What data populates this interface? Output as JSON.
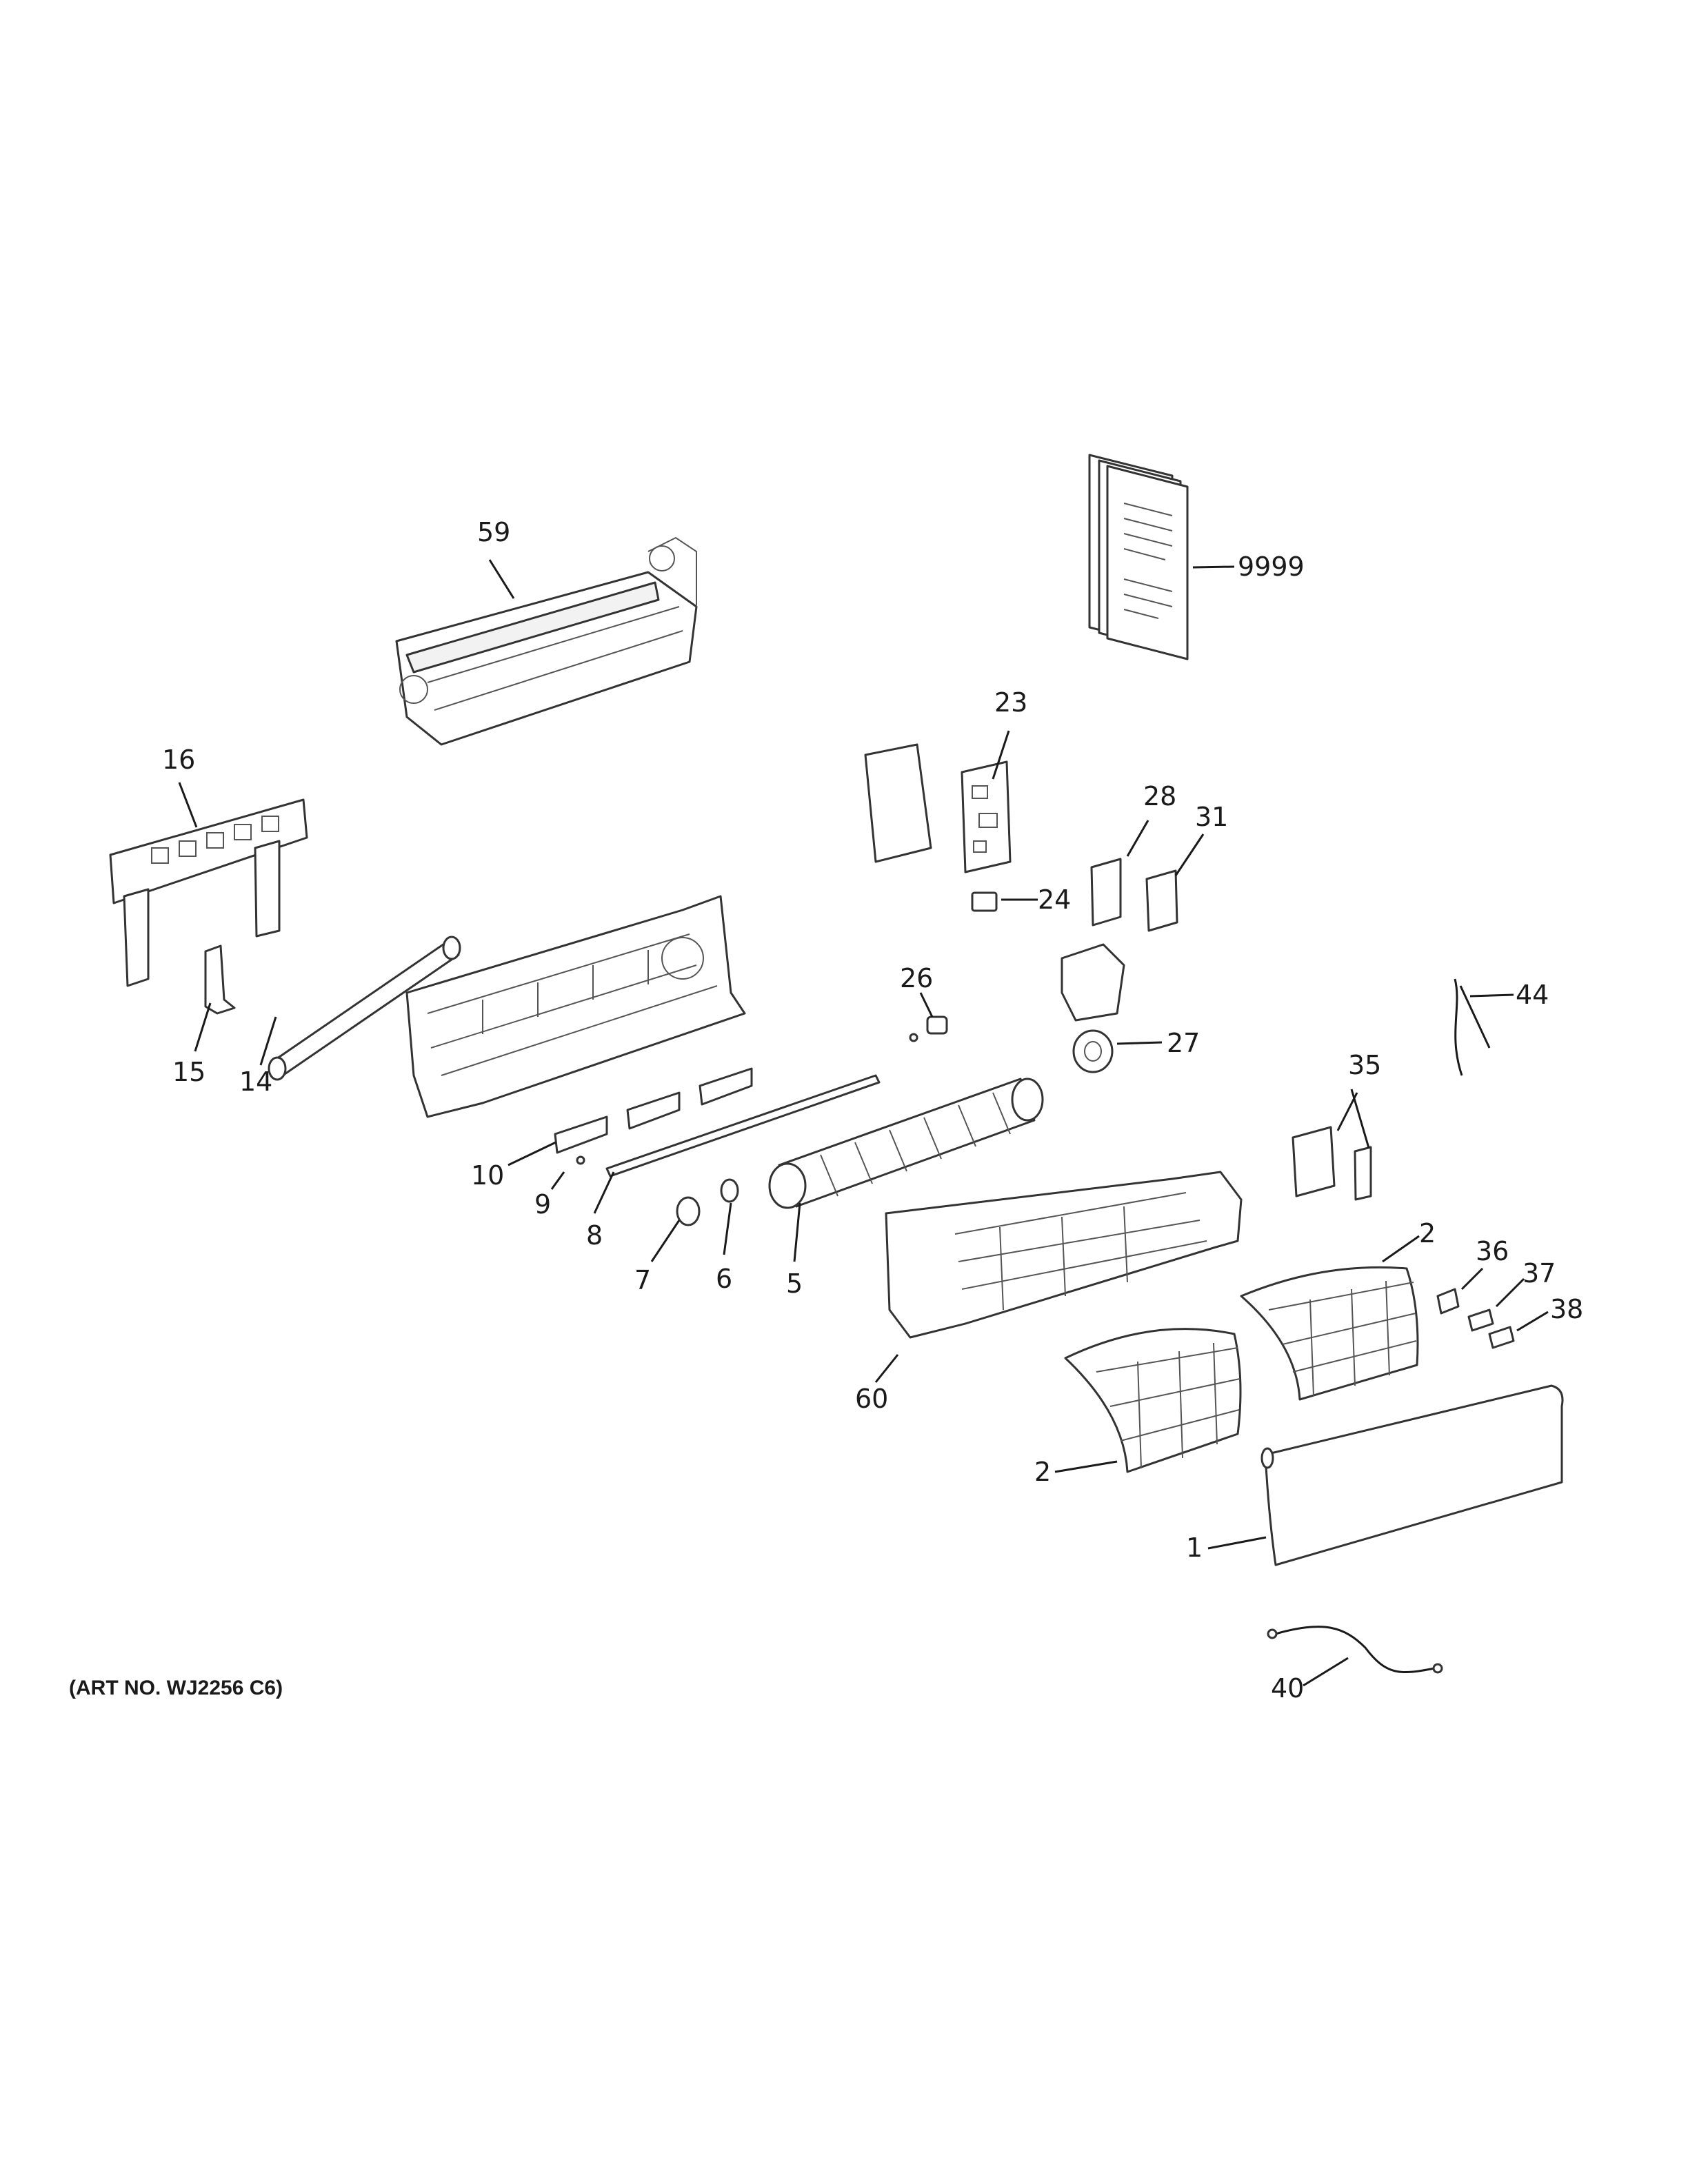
{
  "diagram": {
    "callouts": [
      {
        "id": "9999",
        "label": "9999"
      },
      {
        "id": "59",
        "label": "59"
      },
      {
        "id": "23",
        "label": "23"
      },
      {
        "id": "16",
        "label": "16"
      },
      {
        "id": "28",
        "label": "28"
      },
      {
        "id": "31",
        "label": "31"
      },
      {
        "id": "24",
        "label": "24"
      },
      {
        "id": "26",
        "label": "26"
      },
      {
        "id": "27",
        "label": "27"
      },
      {
        "id": "44",
        "label": "44"
      },
      {
        "id": "15",
        "label": "15"
      },
      {
        "id": "14",
        "label": "14"
      },
      {
        "id": "35",
        "label": "35"
      },
      {
        "id": "10",
        "label": "10"
      },
      {
        "id": "9",
        "label": "9"
      },
      {
        "id": "8",
        "label": "8"
      },
      {
        "id": "7",
        "label": "7"
      },
      {
        "id": "6",
        "label": "6"
      },
      {
        "id": "5",
        "label": "5"
      },
      {
        "id": "2a",
        "label": "2"
      },
      {
        "id": "36",
        "label": "36"
      },
      {
        "id": "37",
        "label": "37"
      },
      {
        "id": "38",
        "label": "38"
      },
      {
        "id": "60",
        "label": "60"
      },
      {
        "id": "2b",
        "label": "2"
      },
      {
        "id": "1",
        "label": "1"
      },
      {
        "id": "40",
        "label": "40"
      }
    ],
    "art_number": "(ART NO. WJ2256 C6)"
  }
}
